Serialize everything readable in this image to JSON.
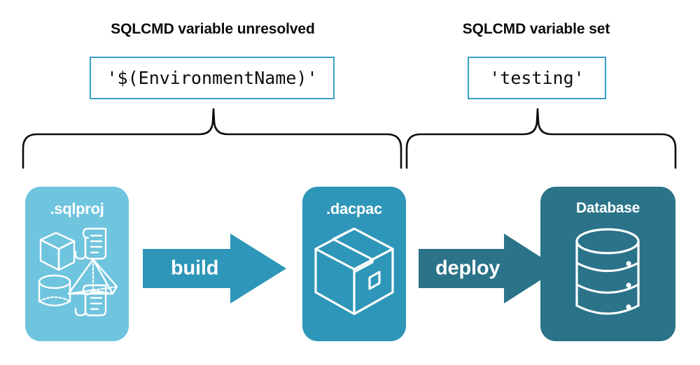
{
  "diagram": {
    "title_left": "SQLCMD variable unresolved",
    "title_right": "SQLCMD variable set",
    "code_left": "'$(EnvironmentName)'",
    "code_right": "'testing'",
    "stages": [
      {
        "label": ".sqlproj",
        "icon": "project-objects-icon"
      },
      {
        "label": ".dacpac",
        "icon": "package-box-icon"
      },
      {
        "label": "Database",
        "icon": "database-cylinder-icon"
      }
    ],
    "arrows": [
      {
        "label": "build",
        "icon": "arrow-right-icon"
      },
      {
        "label": "deploy",
        "icon": "arrow-right-icon"
      }
    ],
    "braces": [
      {
        "name": "brace-left",
        "icon": "curly-brace-up-icon"
      },
      {
        "name": "brace-right",
        "icon": "curly-brace-up-icon"
      }
    ],
    "colors": {
      "sqlproj_fill": "#6fc4de",
      "dacpac_fill": "#2e96b8",
      "database_fill": "#2a7389",
      "build_arrow": "#2e96b8",
      "deploy_arrow": "#2a7389",
      "code_box_border": "#3aa0c4",
      "brace_stroke": "#0c0c0c",
      "text_dark": "#0c0c0c",
      "text_light": "#ffffff",
      "background": "#ffffff"
    }
  }
}
